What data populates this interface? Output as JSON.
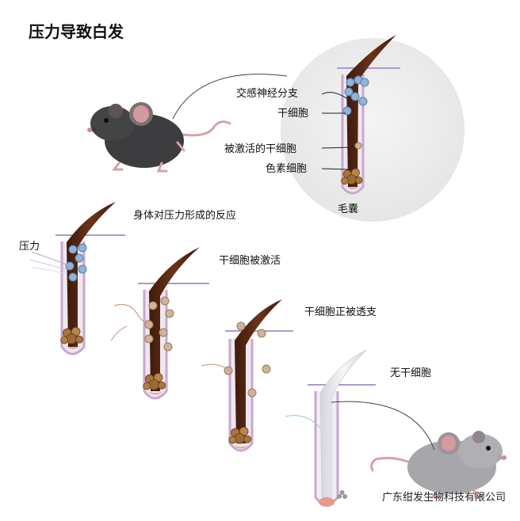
{
  "title": "压力导致白发",
  "labels": {
    "sympathetic_nerve": "交感神经分支",
    "stem_cell": "干细胞",
    "activated_stem_cell": "被激活的干细胞",
    "melanocyte": "色素细胞",
    "follicle": "毛囊",
    "stress_response": "身体对压力形成的反应",
    "stress": "压力",
    "stem_activated": "干细胞被激活",
    "stem_depleting": "干细胞正被透支",
    "no_stem": "无干细胞"
  },
  "watermark": "广东绀发生物科技有限公司",
  "colors": {
    "hair_dark": "#5a2a14",
    "hair_white": "#e8e6ea",
    "follicle_sheath": "#c9a7cf",
    "follicle_fill": "#efe7ef",
    "stem_blue": "#8fb3d9",
    "stem_tan": "#cdb49a",
    "dark_mouse": "#3d3d3f",
    "gray_mouse": "#a7a7ab",
    "zoom_circle": "#ececec"
  }
}
